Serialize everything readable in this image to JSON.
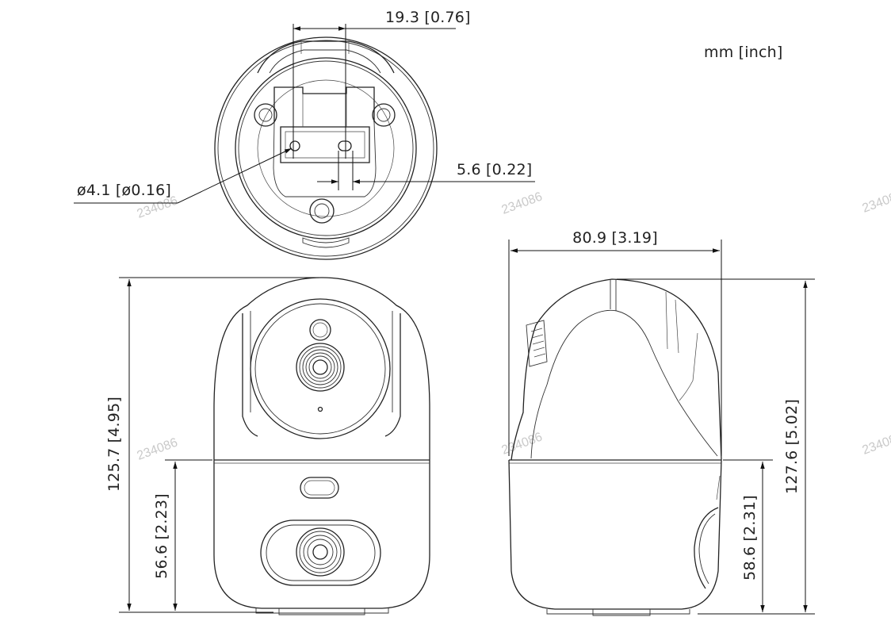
{
  "units_label": "mm [inch]",
  "dimensions": {
    "top_slot_width": "19.3 [0.76]",
    "top_hole_dia": "ø4.1 [ø0.16]",
    "top_hole_offset": "5.6 [0.22]",
    "side_width": "80.9 [3.19]",
    "front_height": "125.7 [4.95]",
    "front_base_height": "56.6 [2.23]",
    "side_height": "127.6 [5.02]",
    "side_base_height": "58.6 [2.31]"
  },
  "watermark": "234086",
  "line_color": "#222222",
  "watermark_color": "#c9c9c9"
}
